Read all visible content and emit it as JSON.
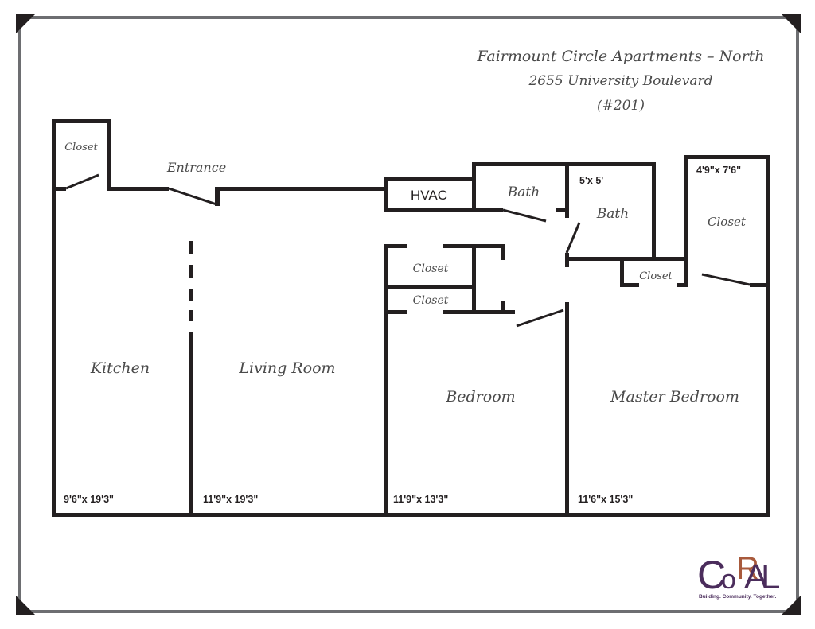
{
  "header": {
    "title": "Fairmount Circle Apartments – North",
    "address": "2655 University Boulevard",
    "unit": "(#201)"
  },
  "rooms": {
    "closet_entry": "Closet",
    "entrance": "Entrance",
    "hvac": "HVAC",
    "bath_small": "Bath",
    "bath_main": "Bath",
    "bath_main_dim": "5'x 5'",
    "master_closet_dim": "4'9\"x 7'6\"",
    "master_closet": "Closet",
    "closet_hall_1": "Closet",
    "closet_hall_2": "Closet",
    "closet_hall_3": "Closet",
    "kitchen": "Kitchen",
    "kitchen_dim": "9'6\"x 19'3\"",
    "living": "Living Room",
    "living_dim": "11'9\"x 19'3\"",
    "bedroom": "Bedroom",
    "bedroom_dim": "11'9\"x 13'3\"",
    "master": "Master Bedroom",
    "master_dim": "11'6\"x 15'3\""
  },
  "logo": {
    "name_c": "C",
    "name_o": "o",
    "name_r": "R",
    "name_a": "A",
    "name_l": "L",
    "tagline": "Building. Community. Together."
  },
  "colors": {
    "wall": "#231f20",
    "frame": "#6d6e71",
    "logo_primary": "#4b2d5c",
    "logo_accent": "#a85a3c"
  }
}
